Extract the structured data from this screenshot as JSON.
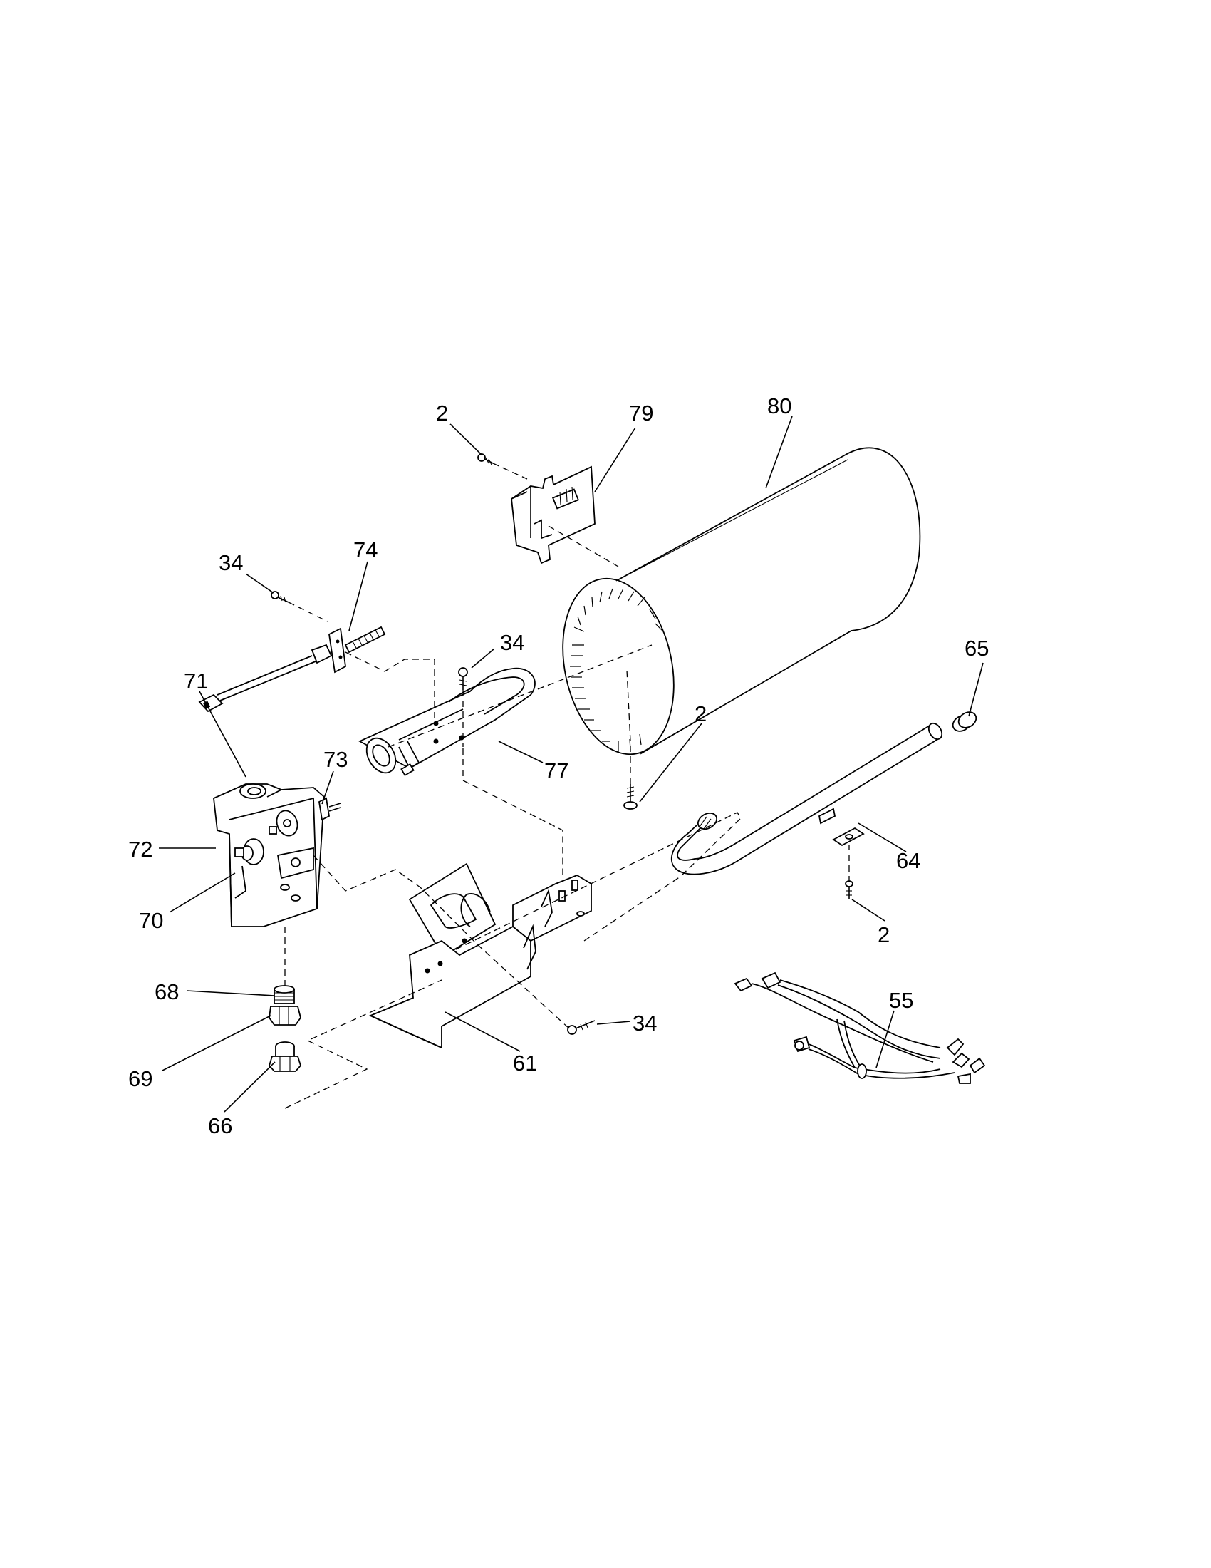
{
  "diagram": {
    "type": "exploded-parts-view",
    "callouts": {
      "c2_screw_top": "2",
      "c79": "79",
      "c80": "80",
      "c34_ignitor": "34",
      "c74": "74",
      "c34_burner": "34",
      "c65": "65",
      "c71": "71",
      "c73": "73",
      "c2_drum": "2",
      "c77": "77",
      "c72": "72",
      "c64": "64",
      "c70": "70",
      "c2_tube": "2",
      "c68": "68",
      "c34_bracket": "34",
      "c55": "55",
      "c61": "61",
      "c69": "69",
      "c66": "66"
    }
  }
}
